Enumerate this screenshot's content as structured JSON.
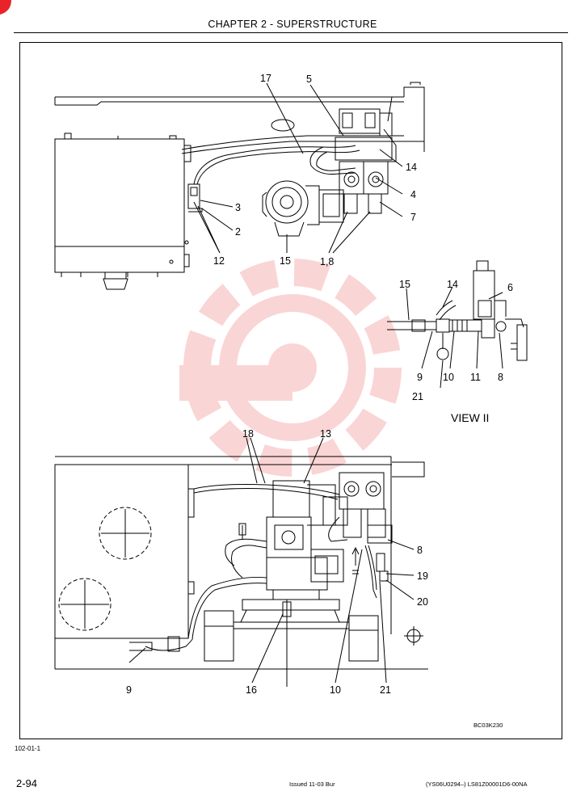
{
  "header": {
    "chapter_title": "CHAPTER 2 - SUPERSTRUCTURE"
  },
  "figure": {
    "top_callouts": {
      "c17": "17",
      "c5": "5",
      "c14": "14",
      "c4": "4",
      "c7": "7",
      "c3": "3",
      "c2": "2",
      "c12": "12",
      "c15": "15",
      "c18": "1,8"
    },
    "view_ii": {
      "title": "VIEW II",
      "callouts": {
        "c15": "15",
        "c14": "14",
        "c6": "6",
        "c9": "9",
        "c10": "10",
        "c11": "11",
        "c8": "8",
        "c21": "21"
      }
    },
    "bottom_callouts": {
      "c18": "18",
      "c13": "13",
      "c8": "8",
      "c19": "19",
      "c20": "20",
      "c9": "9",
      "c16": "16",
      "c10": "10",
      "c21": "21"
    },
    "figure_code": "BC03K230"
  },
  "footer": {
    "page_ref": "102-01-1",
    "page_number": "2-94",
    "issued": "Issued 11-03    Bur",
    "doc_ref": "(YS06U0294–)    LS81Z00001D6-00NA"
  },
  "colors": {
    "watermark": "#f6b3b3",
    "corner_badge": "#e8242a"
  }
}
